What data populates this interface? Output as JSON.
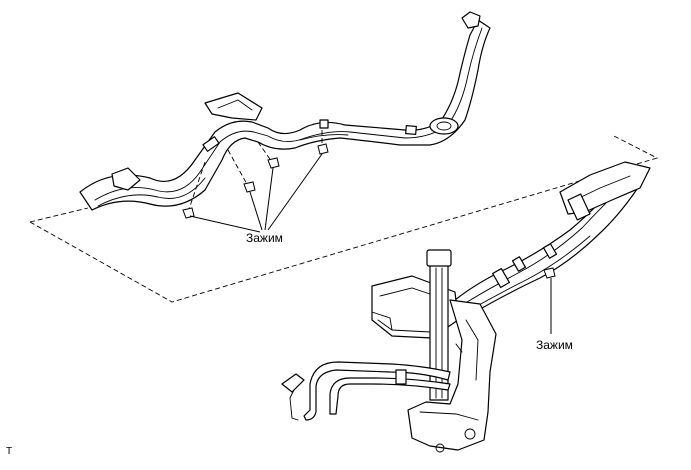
{
  "labels": {
    "clip_left": "Зажим",
    "clip_right": "Зажим",
    "corner_mark": "T"
  },
  "icons": {
    "fuel_tank_assembly": "fuel-tank-assembly-icon",
    "fuel_line_bundle": "fuel-line-bundle-icon",
    "clip": "clip-icon"
  }
}
